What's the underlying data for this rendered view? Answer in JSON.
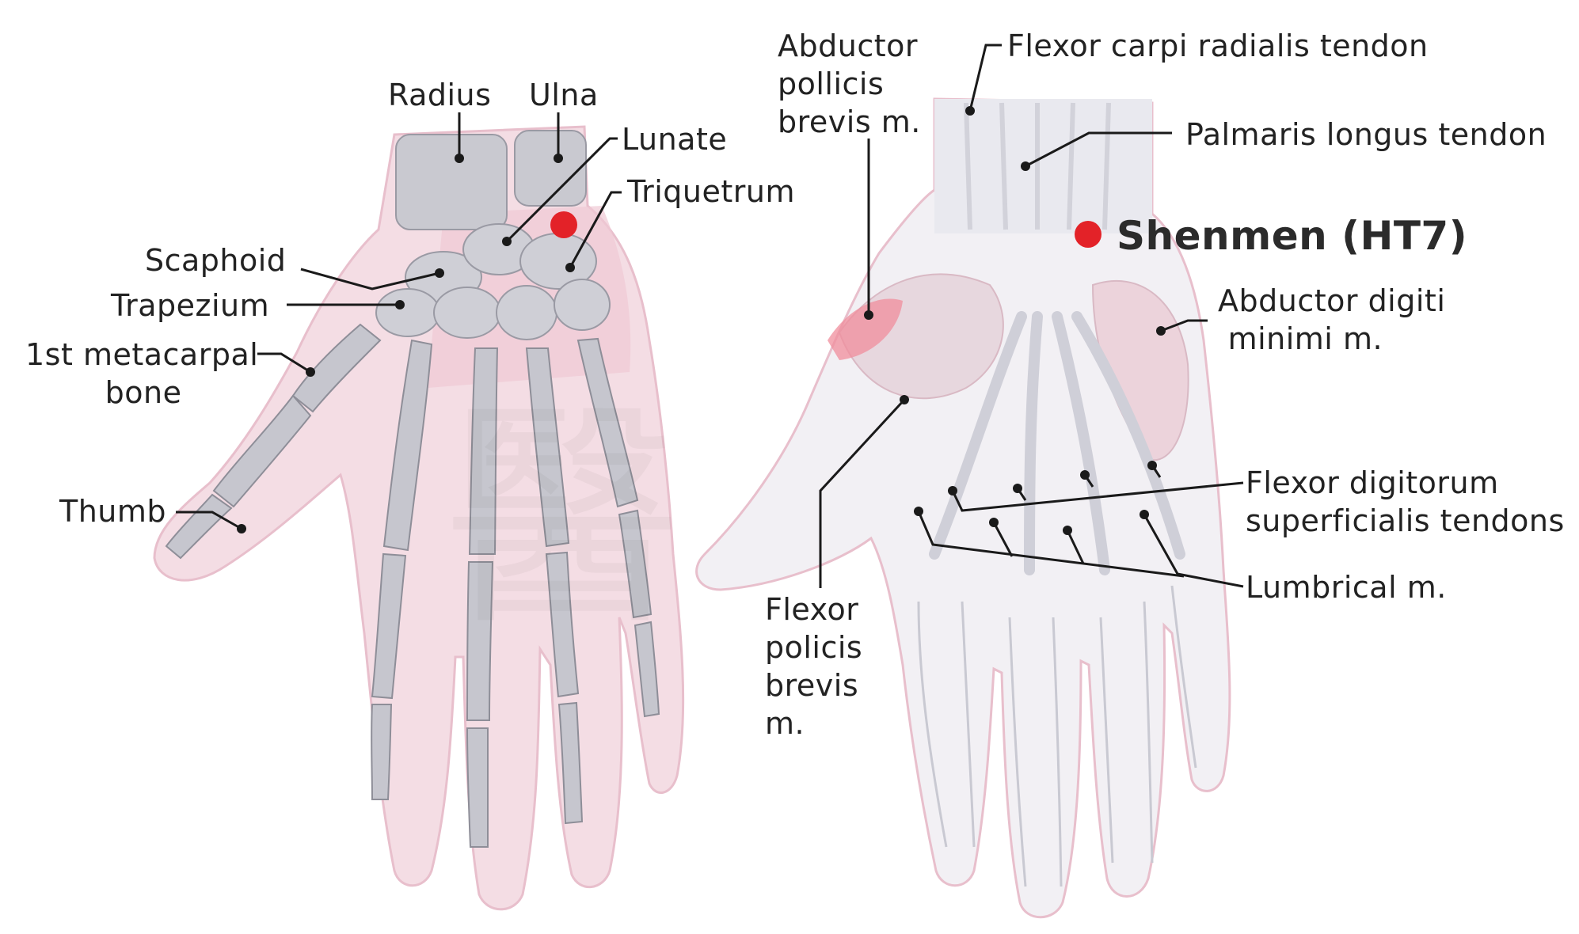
{
  "colors": {
    "skin": "#f4dde4",
    "skin_edge": "#e8bfcc",
    "bone": "#c9c9d0",
    "bone_dark": "#9a9aa4",
    "tendon": "#eeeef2",
    "muscle_highlight": "#f08e9c",
    "leader_line": "#1a1a1a",
    "acupoint": "#e32228",
    "text": "#222222"
  },
  "left_hand": {
    "labels": {
      "radius": "Radius",
      "ulna": "Ulna",
      "lunate": "Lunate",
      "triquetrum": "Triquetrum",
      "scaphoid": "Scaphoid",
      "trapezium": "Trapezium",
      "first_metacarpal": "1st metacarpal\n        bone",
      "thumb": "Thumb"
    }
  },
  "right_hand": {
    "labels": {
      "abductor_pollicis_brevis": "Abductor\npollicis\nbrevis m.",
      "flexor_carpi_radialis": "Flexor carpi radialis tendon",
      "palmaris_longus": "Palmaris longus tendon",
      "shenmen": "Shenmen (HT7)",
      "abductor_digiti_minimi": "Abductor digiti\n minimi m.",
      "flexor_digitorum_superficialis": "Flexor digitorum\nsuperficialis tendons",
      "lumbrical": "Lumbrical m.",
      "flexor_pollicis_brevis": "Flexor\npolicis\nbrevis\nm."
    }
  }
}
